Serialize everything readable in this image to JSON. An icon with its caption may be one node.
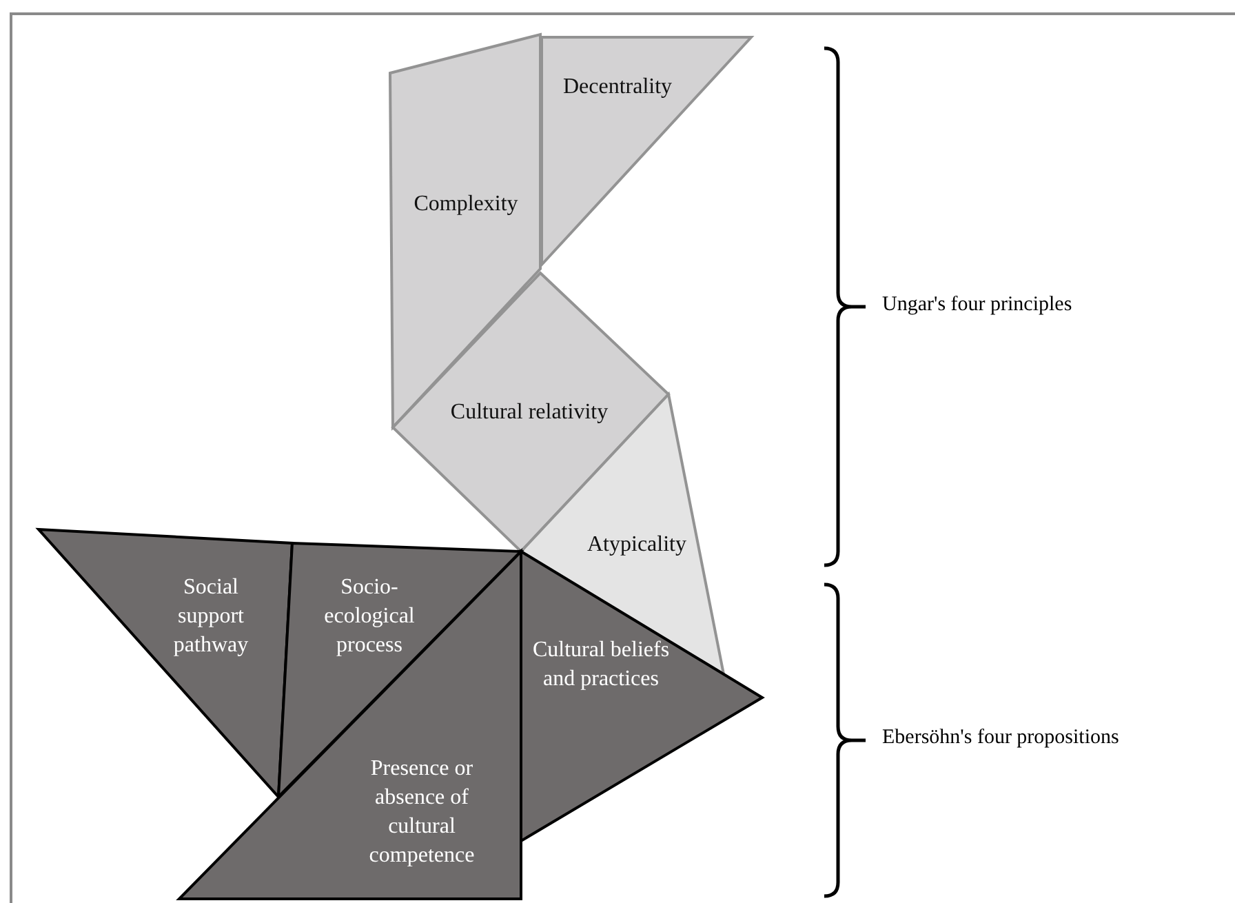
{
  "diagram": {
    "nodes": [
      {
        "text": [
          "Complexity"
        ]
      },
      {
        "text": [
          "Decentrality"
        ]
      },
      {
        "text": [
          "Cultural relativity"
        ]
      },
      {
        "text": [
          "Atypicality"
        ]
      },
      {
        "text": [
          "Social support pathway"
        ]
      },
      {
        "text": [
          "Socio-ecological process"
        ]
      },
      {
        "text": [
          "Cultural beliefs and practices"
        ]
      },
      {
        "text": [
          "Presence or absence of cultural competence"
        ]
      }
    ],
    "edges": [],
    "labels": [
      "Ungar's four principles",
      "Ebersöhn's four propositions"
    ]
  }
}
